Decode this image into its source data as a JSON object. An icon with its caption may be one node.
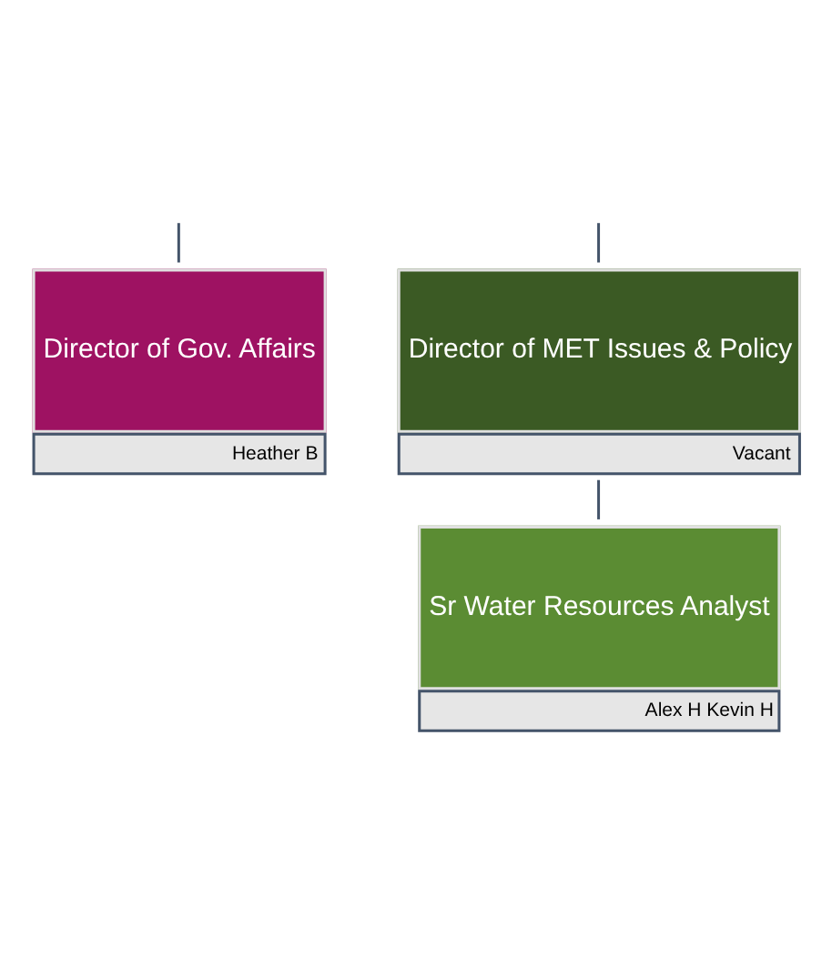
{
  "diagram": {
    "nodes": [
      {
        "text": [
          "Director of Gov. Affairs",
          "Heather B"
        ]
      },
      {
        "text": [
          "Director of MET Issues & Policy",
          "Vacant"
        ]
      },
      {
        "text": [
          "Sr Water Resources Analyst",
          "Alex H Kevin H"
        ]
      }
    ],
    "edges": [
      {
        "from": null,
        "to": 0,
        "arrow": "none"
      },
      {
        "from": null,
        "to": 1,
        "arrow": "none"
      },
      {
        "from": 1,
        "to": 2,
        "arrow": "none"
      }
    ]
  }
}
